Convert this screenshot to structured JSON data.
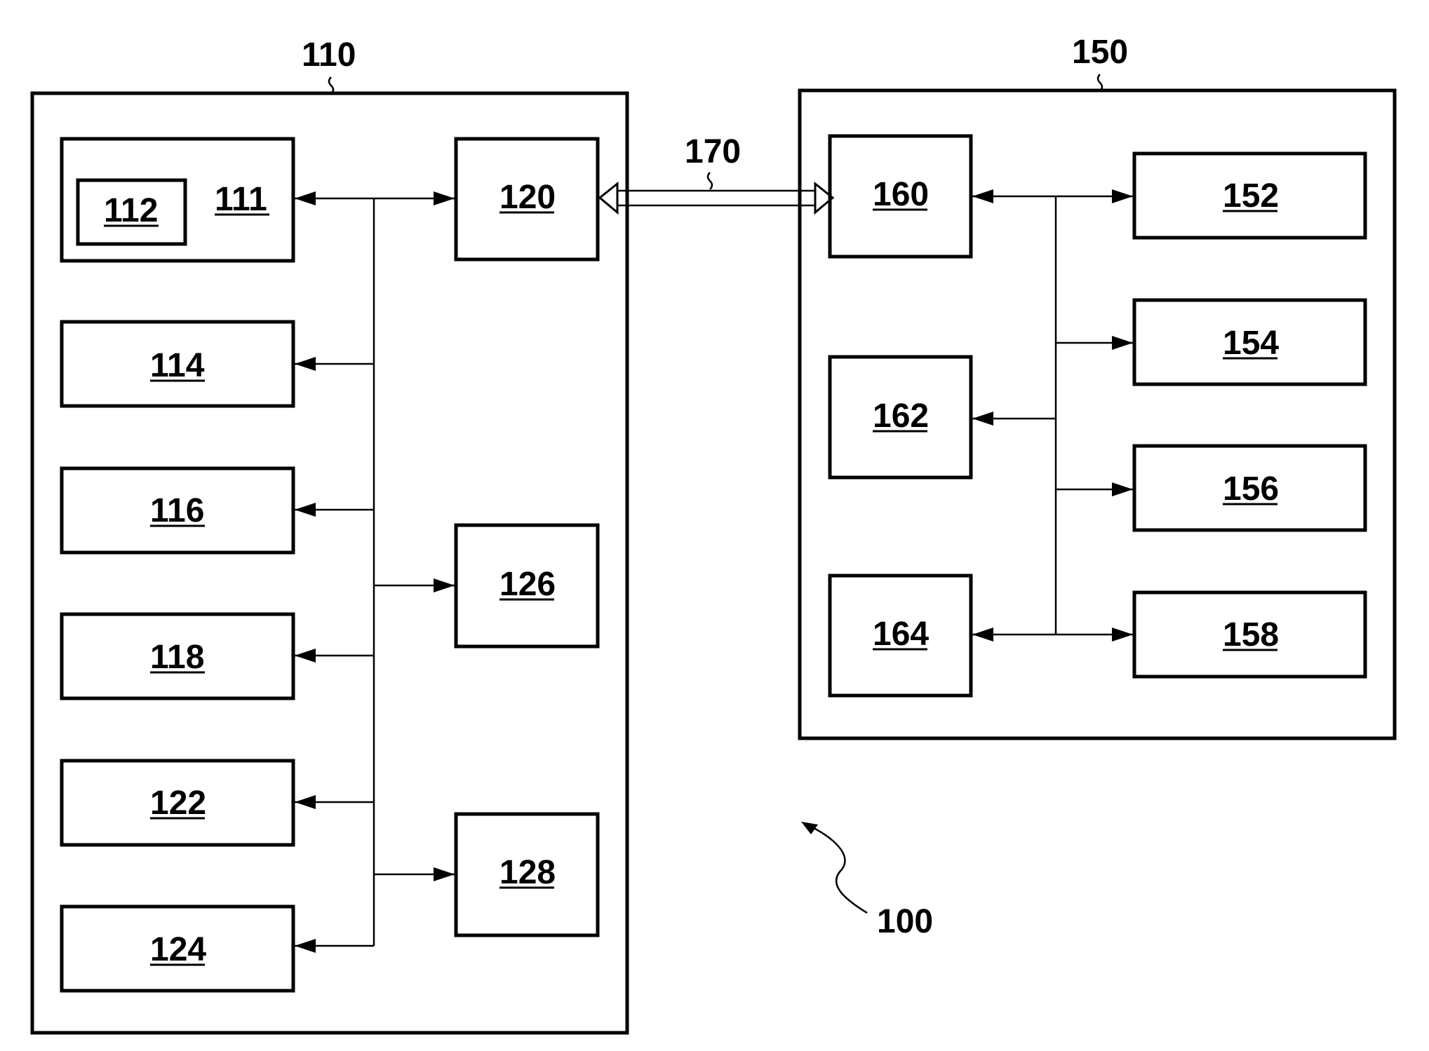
{
  "figure": {
    "system_ref": "100",
    "link_ref": "170",
    "device_a": {
      "ref": "110",
      "blocks": {
        "b111": "111",
        "b112": "112",
        "b114": "114",
        "b116": "116",
        "b118": "118",
        "b120": "120",
        "b122": "122",
        "b124": "124",
        "b126": "126",
        "b128": "128"
      }
    },
    "device_b": {
      "ref": "150",
      "blocks": {
        "b152": "152",
        "b154": "154",
        "b156": "156",
        "b158": "158",
        "b160": "160",
        "b162": "162",
        "b164": "164"
      }
    }
  }
}
